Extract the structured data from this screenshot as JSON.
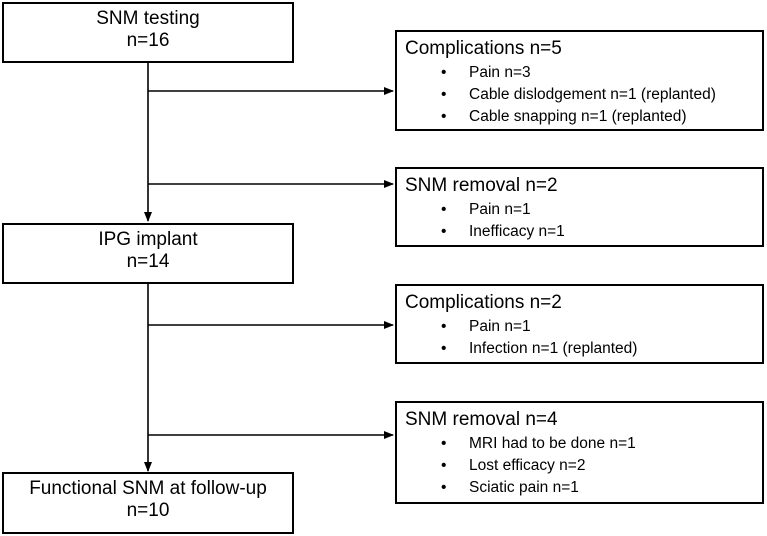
{
  "main_boxes": [
    {
      "title": "SNM testing",
      "count": "n=16"
    },
    {
      "title": "IPG implant",
      "count": "n=14"
    },
    {
      "title": "Functional SNM at follow-up",
      "count": "n=10"
    }
  ],
  "side_boxes": [
    {
      "title": "Complications n=5",
      "items": [
        "Pain n=3",
        "Cable dislodgement n=1 (replanted)",
        "Cable snapping n=1 (replanted)"
      ]
    },
    {
      "title": "SNM removal n=2",
      "items": [
        "Pain n=1",
        "Inefficacy n=1"
      ]
    },
    {
      "title": "Complications n=2",
      "items": [
        "Pain n=1",
        "Infection n=1 (replanted)"
      ]
    },
    {
      "title": "SNM removal n=4",
      "items": [
        "MRI had to be done n=1",
        "Lost efficacy n=2",
        "Sciatic pain n=1"
      ]
    }
  ],
  "colors": {
    "line": "#000000",
    "box_border": "#000000",
    "background": "#ffffff"
  }
}
